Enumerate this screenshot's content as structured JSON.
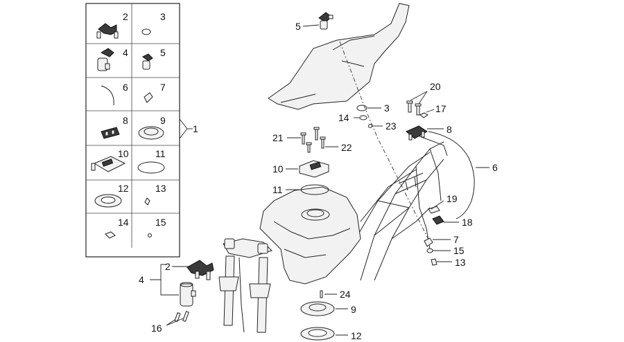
{
  "panel": {
    "group_label": "1",
    "cells": [
      "2",
      "3",
      "4",
      "5",
      "6",
      "7",
      "8",
      "9",
      "10",
      "11",
      "12",
      "13",
      "14",
      "15"
    ]
  },
  "callouts": {
    "seat_lock": "5",
    "ring_3": "3",
    "washer_14": "14",
    "screw_23": "23",
    "bolts_20": "20",
    "nut_17": "17",
    "bracket_8": "8",
    "bolt_21": "21",
    "bolt_22": "22",
    "cap_10": "10",
    "ring_11": "11",
    "cable_6": "6",
    "lever_19": "19",
    "latch_18": "18",
    "bush_7": "7",
    "nut_15": "15",
    "screw_13": "13",
    "key_2": "2",
    "ignition_4": "4",
    "screws_16": "16",
    "screw_24": "24",
    "flange_9": "9",
    "gasket_12": "12"
  }
}
